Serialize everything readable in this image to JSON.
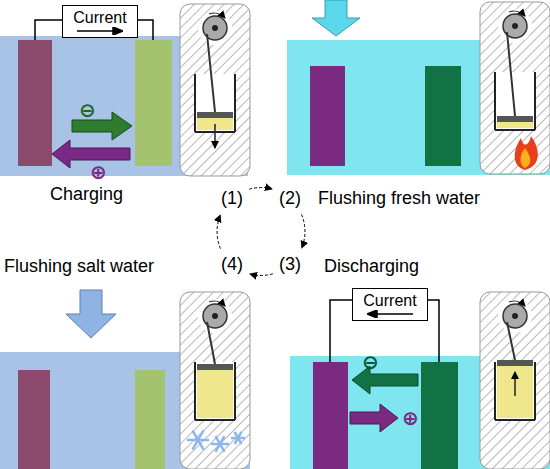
{
  "diagram": {
    "nodes": [
      {
        "text": [
          "Current"
        ]
      },
      {
        "text": [
          "(1)"
        ]
      },
      {
        "text": [
          "(2)"
        ]
      },
      {
        "text": [
          "(3)"
        ]
      },
      {
        "text": [
          "(4)"
        ]
      },
      {
        "text": [
          "Current"
        ]
      }
    ],
    "edges": [
      {
        "from": 1,
        "to": 2,
        "arrow": "to"
      },
      {
        "from": 2,
        "to": 3,
        "arrow": "to"
      },
      {
        "from": 3,
        "to": 4,
        "arrow": "to"
      },
      {
        "from": 4,
        "to": 1,
        "arrow": "to"
      }
    ],
    "labels": [
      "Charging",
      "Flushing fresh water",
      "Flushing salt water",
      "Discharging",
      "⊖",
      "⊕",
      "⊖",
      "⊕"
    ]
  }
}
